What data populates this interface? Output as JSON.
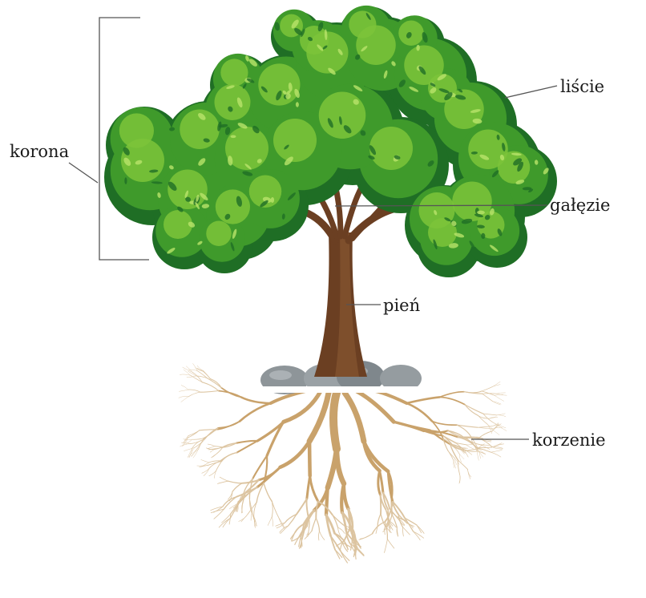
{
  "labels": {
    "crown": "korona",
    "leaves": "liście",
    "branches": "gałęzie",
    "trunk": "pień",
    "roots": "korzenie"
  },
  "colors": {
    "leaf_dark": "#1f6e25",
    "leaf_mid": "#3f9a2b",
    "leaf_light": "#7cc43a",
    "leaf_highlight": "#b9e36a",
    "trunk": "#6b3f22",
    "trunk_light": "#8a5a33",
    "root": "#c9a26b",
    "root_light": "#dcc4a0",
    "stone": "#8e9599",
    "leader_line": "#555555"
  }
}
